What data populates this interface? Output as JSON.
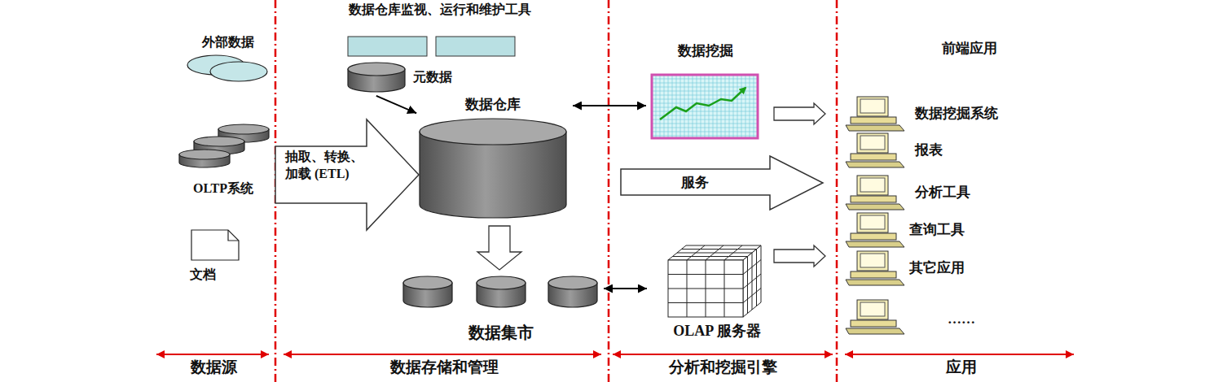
{
  "diagram": {
    "nodes": [
      {
        "text": [
          "外部数据"
        ]
      },
      {
        "text": [
          "OLTP系统"
        ]
      },
      {
        "text": [
          "文档"
        ]
      },
      {
        "text": [
          "抽取、转换、加载 (ETL)"
        ]
      },
      {
        "text": [
          "元数据"
        ]
      },
      {
        "text": [
          "数据仓库"
        ]
      },
      {
        "text": [
          "数据集市"
        ]
      },
      {
        "text": [
          "数据挖掘"
        ]
      },
      {
        "text": [
          "服务"
        ]
      },
      {
        "text": [
          "OLAP 服务器"
        ]
      },
      {
        "text": [
          "数据挖掘系统"
        ]
      },
      {
        "text": [
          "报表"
        ]
      },
      {
        "text": [
          "分析工具"
        ]
      },
      {
        "text": [
          "查询工具"
        ]
      },
      {
        "text": [
          "其它应用"
        ]
      },
      {
        "text": [
          "……"
        ]
      }
    ],
    "edges": [
      {
        "from": 4,
        "to": 5,
        "arrow": "to"
      },
      {
        "from": 5,
        "to": 7,
        "arrow": "both"
      },
      {
        "from": 5,
        "to": 6,
        "arrow": "to"
      },
      {
        "from": 6,
        "to": 9,
        "arrow": "both"
      },
      {
        "from": 7,
        "to": 10,
        "arrow": "to"
      },
      {
        "from": 9,
        "to": 14,
        "arrow": "to"
      }
    ],
    "labels": [
      "数据仓库监视、运行和维护工具",
      "前端应用",
      "数据源",
      "数据存储和管理",
      "分析和挖掘引擎",
      "应用"
    ]
  }
}
